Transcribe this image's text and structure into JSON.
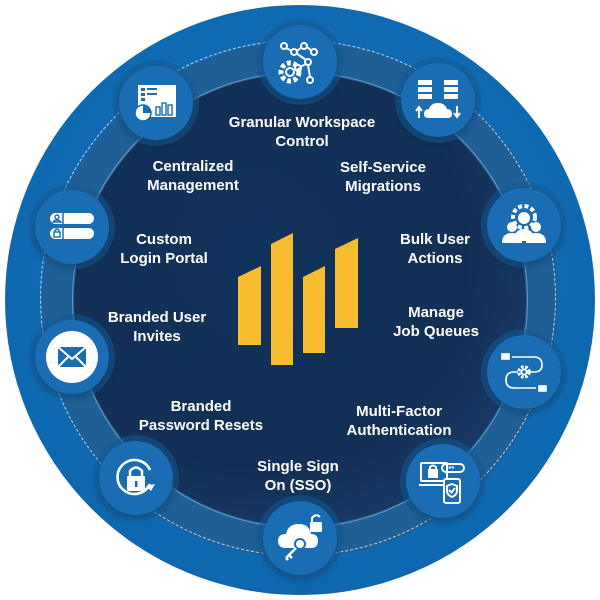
{
  "diagram": {
    "title": "Platform feature wheel",
    "colors": {
      "outer_ring": "#0e68b0",
      "middle_ring": "#1f5f96",
      "core": "#132f55",
      "node_fill": "#1a6db3",
      "text": "#ffffff",
      "logo": "#f6bd2f"
    },
    "center_logo": {
      "icon": "four-slanted-bars-logo",
      "color": "#f6bd2f"
    },
    "features": [
      {
        "id": "granular-workspace-control",
        "line1": "Granular Workspace",
        "line2": "Control",
        "icon": "gear-network-icon"
      },
      {
        "id": "self-service-migrations",
        "line1": "Self-Service",
        "line2": "Migrations",
        "icon": "servers-cloud-transfer-icon"
      },
      {
        "id": "bulk-user-actions",
        "line1": "Bulk User",
        "line2": "Actions",
        "icon": "users-gear-icon"
      },
      {
        "id": "manage-job-queues",
        "line1": "Manage",
        "line2": "Job Queues",
        "icon": "workflow-gear-icon"
      },
      {
        "id": "multi-factor-authentication",
        "line1": "Multi-Factor",
        "line2": "Authentication",
        "icon": "laptop-phone-shield-icon"
      },
      {
        "id": "single-sign-on",
        "line1": "Single Sign",
        "line2": "On (SSO)",
        "icon": "cloud-key-lock-icon"
      },
      {
        "id": "branded-password-resets",
        "line1": "Branded",
        "line2": "Password Resets",
        "icon": "lock-refresh-icon"
      },
      {
        "id": "branded-user-invites",
        "line1": "Branded User",
        "line2": "Invites",
        "icon": "envelope-icon"
      },
      {
        "id": "custom-login-portal",
        "line1": "Custom",
        "line2": "Login Portal",
        "icon": "login-form-icon"
      },
      {
        "id": "centralized-management",
        "line1": "Centralized",
        "line2": "Management",
        "icon": "dashboard-charts-icon"
      }
    ]
  }
}
